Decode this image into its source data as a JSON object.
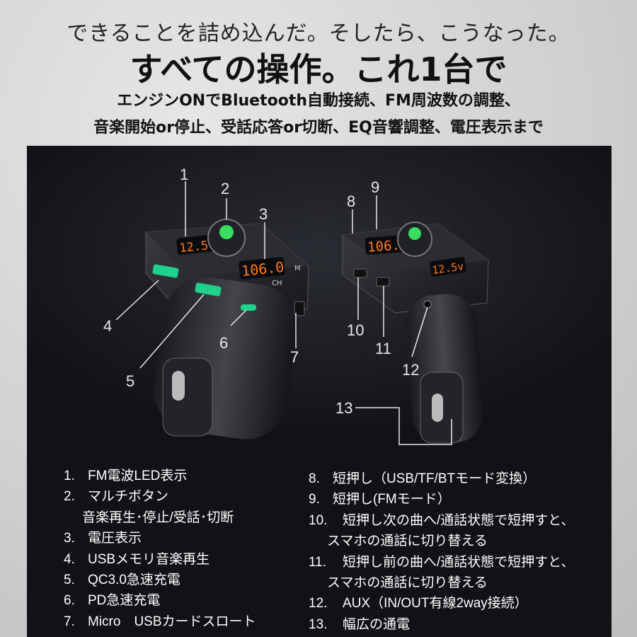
{
  "header": {
    "line1": "できることを詰め込んだ。そしたら、こうなった。",
    "line2": "すべての操作。これ1台で",
    "line3": "エンジンONでBluetooth自動接続、FM周波数の調整、",
    "line4": "音楽開始or停止、受話応答or切断、EQ音響調整、電圧表示まで"
  },
  "callouts": [
    "1",
    "2",
    "3",
    "4",
    "5",
    "6",
    "7",
    "8",
    "9",
    "10",
    "11",
    "12",
    "13"
  ],
  "device_display": {
    "left_voltage": "12.5v",
    "left_freq": "106.0",
    "right_freq": "106.8",
    "right_voltage": "12.5v",
    "left_button_label": "M",
    "left_button_label2": "CH"
  },
  "features_left": [
    {
      "num": "1.",
      "text": "FM電波LED表示"
    },
    {
      "num": "2.",
      "text": "マルチボタン"
    },
    {
      "num": "",
      "text": "音楽再生･停止/受話･切断"
    },
    {
      "num": "3.",
      "text": "電圧表示"
    },
    {
      "num": "4.",
      "text": "USBメモリ音楽再生"
    },
    {
      "num": "5.",
      "text": "QC3.0急速充電"
    },
    {
      "num": "6.",
      "text": "PD急速充電"
    },
    {
      "num": "7.",
      "text": "Micro　USBカードスロート"
    }
  ],
  "features_right": [
    {
      "num": "8.",
      "text": "短押し（USB/TF/BTモード変換）"
    },
    {
      "num": "9.",
      "text": "短押し(FMモード）"
    },
    {
      "num": "10.",
      "text": "短押し次の曲へ/通話状態で短押すと、"
    },
    {
      "num": "",
      "text": "スマホの通話に切り替える"
    },
    {
      "num": "11.",
      "text": "短押し前の曲へ/通話状態で短押すと、"
    },
    {
      "num": "",
      "text": "スマホの通話に切り替える"
    },
    {
      "num": "12.",
      "text": "AUX（IN/OUT有線2way接続）"
    },
    {
      "num": "13.",
      "text": "幅広の通電"
    }
  ],
  "colors": {
    "panel": "#111216",
    "led": "#ff7a1a",
    "knob_glow": "#3cff6a",
    "usb_green": "#1fd18a"
  }
}
